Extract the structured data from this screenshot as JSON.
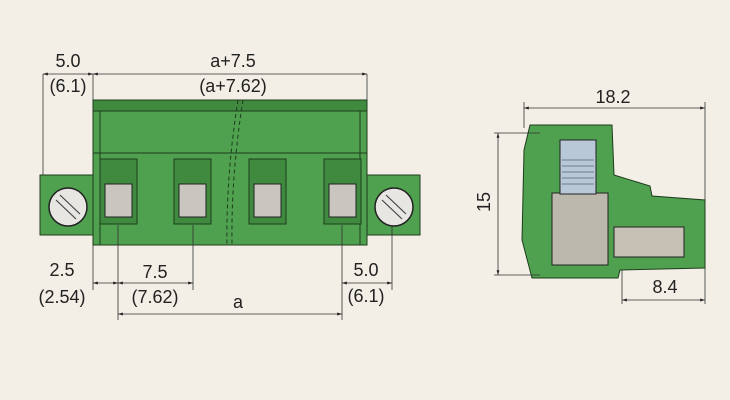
{
  "front_view": {
    "top_left_dim": "5.0",
    "top_left_dim_alt": "(6.1)",
    "overall_dim": "a+7.5",
    "overall_dim_alt": "(a+7.62)",
    "edge_dim": "2.5",
    "edge_dim_alt": "(2.54)",
    "pitch_dim": "7.5",
    "pitch_dim_alt": "(7.62)",
    "right_dim": "5.0",
    "right_dim_alt": "(6.1)",
    "span_dim": "a"
  },
  "side_view": {
    "depth_dim": "18.2",
    "height_dim": "15",
    "pin_dim": "8.4"
  },
  "colors": {
    "housing": "#4fa04f",
    "background": "#f3efe6",
    "metal": "#bdb8ae"
  }
}
